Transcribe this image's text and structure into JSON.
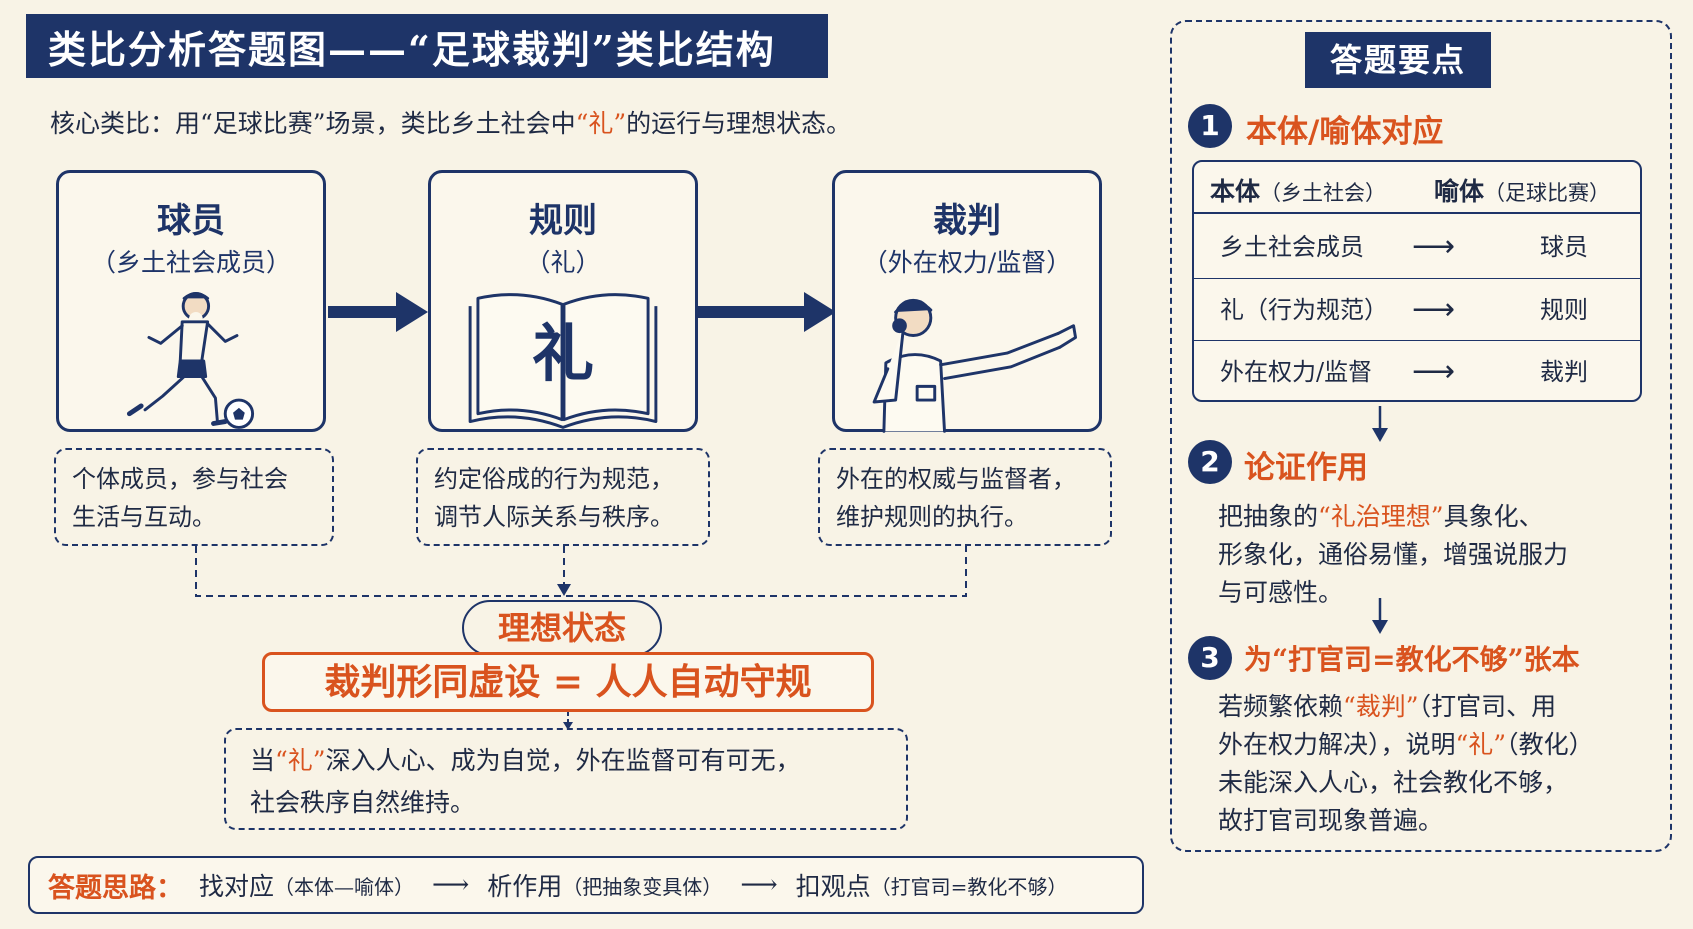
{
  "title": "类比分析答题图——“足球裁判”类比结构",
  "core": {
    "prefix": "核心类比：用“足球比赛”场景，类比乡土社会中",
    "highlight": "“礼”",
    "suffix": "的运行与理想状态。"
  },
  "cards": [
    {
      "title": "球员",
      "subtitle": "（乡土社会成员）",
      "desc_line1": "个体成员，参与社会",
      "desc_line2": "生活与互动。",
      "icon": "football-player-icon"
    },
    {
      "title": "规则",
      "subtitle": "（礼）",
      "book_char": "礼",
      "desc_line1": "约定俗成的行为规范，",
      "desc_line2": "调节人际关系与秩序。",
      "icon": "open-book-icon"
    },
    {
      "title": "裁判",
      "subtitle": "（外在权力/监督）",
      "desc_line1": "外在的权威与监督者，",
      "desc_line2": "维护规则的执行。",
      "icon": "referee-whistle-icon"
    }
  ],
  "ideal": {
    "label": "理想状态",
    "formula": "裁判形同虚设 = 人人自动守规",
    "desc_prefix": "当",
    "desc_highlight": "“礼”",
    "desc_rest1": "深入人心、成为自觉，外在监督可有可无，",
    "desc_line2": "社会秩序自然维持。"
  },
  "route": {
    "label": "答题思路：",
    "step1": "找对应",
    "step1_note": "（本体—喻体）",
    "step2": "析作用",
    "step2_note": "（把抽象变具体）",
    "step3": "扣观点",
    "step3_note": "（打官司=教化不够）",
    "arrow": "⟶"
  },
  "panel": {
    "title": "答题要点",
    "sections": [
      {
        "num": "1",
        "title": "本体/喻体对应"
      },
      {
        "num": "2",
        "title": "论证作用"
      },
      {
        "num": "3",
        "title": "为“打官司=教化不够”张本"
      }
    ],
    "table": {
      "head_left": "本体",
      "head_left_note": "（乡土社会）",
      "head_right": "喻体",
      "head_right_note": "（足球比赛）",
      "rows": [
        {
          "left": "乡土社会成员",
          "right": "球员"
        },
        {
          "left": "礼（行为规范）",
          "right": "规则"
        },
        {
          "left": "外在权力/监督",
          "right": "裁判"
        }
      ],
      "arrow": "⟶"
    },
    "sec2_text": {
      "l1_prefix": "把抽象的",
      "l1_hl": "“礼治理想”",
      "l1_suffix": "具象化、",
      "l2": "形象化，通俗易懂，增强说服力",
      "l3": "与可感性。"
    },
    "sec3_text": {
      "l1_prefix": "若频繁依赖",
      "l1_hl": "“裁判”",
      "l1_suffix": "（打官司、用",
      "l2_prefix": "外在权力解决），说明",
      "l2_hl": "“礼”",
      "l2_suffix": "（教化）",
      "l3": "未能深入人心，社会教化不够，",
      "l4": "故打官司现象普遍。"
    }
  },
  "colors": {
    "navy": "#1e3468",
    "orange": "#d9531e",
    "background": "#f8f3e6"
  }
}
